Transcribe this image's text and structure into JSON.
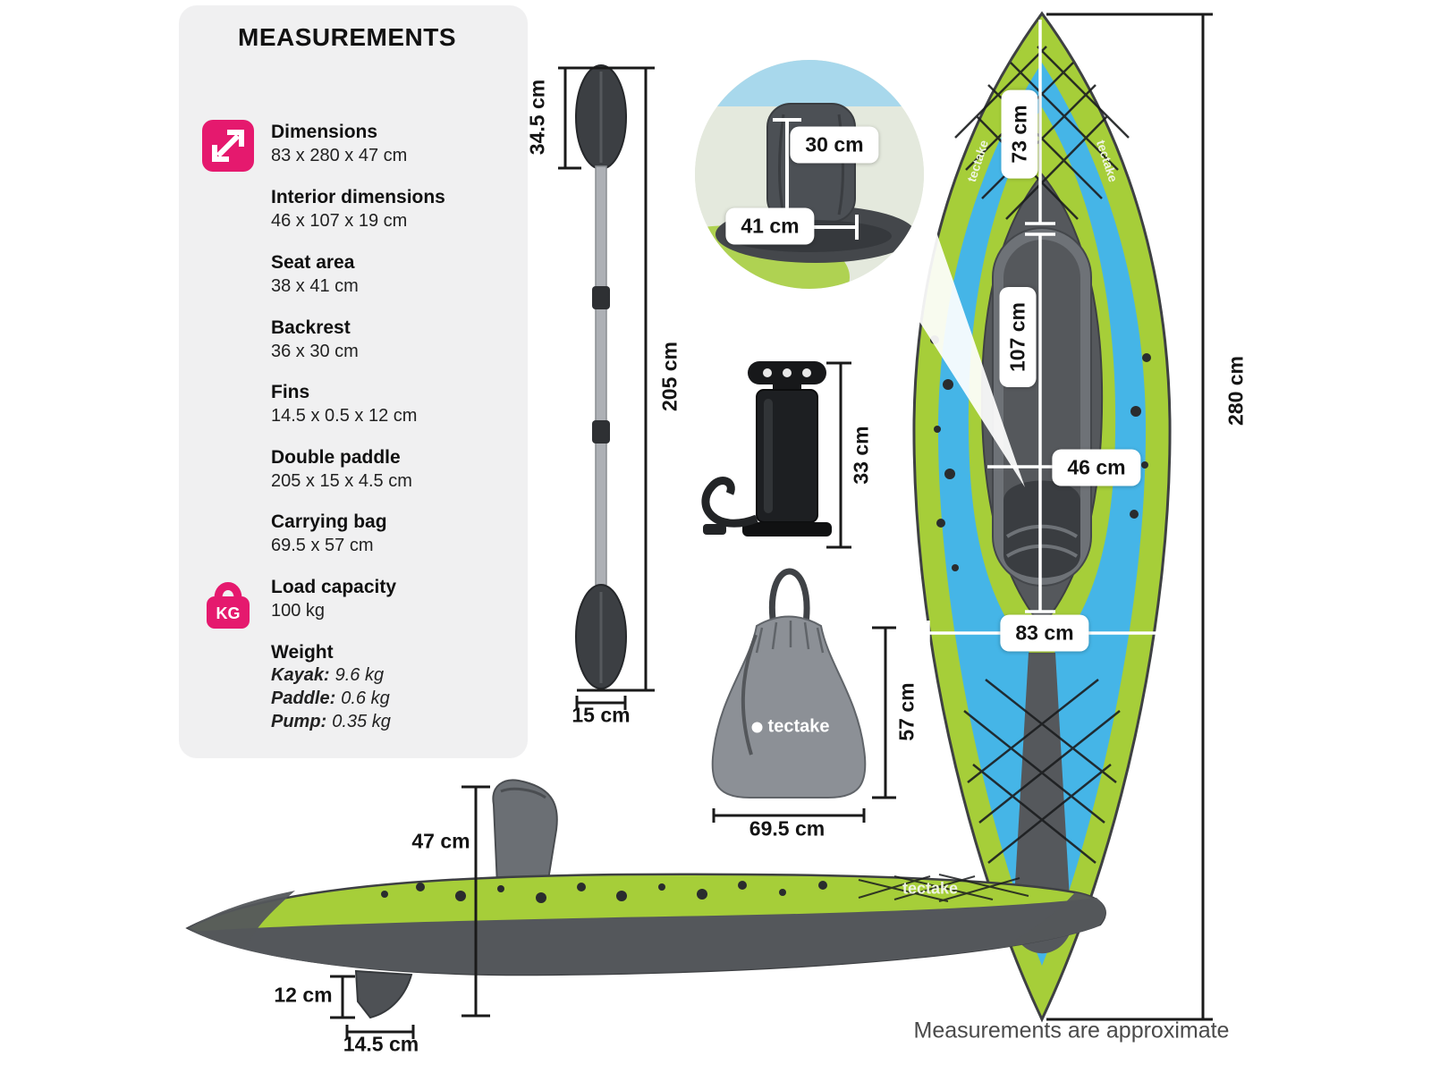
{
  "colors": {
    "accent_pink": "#E5196E",
    "kayak_green": "#A6CE39",
    "kayak_blue": "#45B5E7",
    "kayak_gray": "#55585C",
    "panel_gray": "#F0F0F1"
  },
  "panel": {
    "title": "MEASUREMENTS",
    "specs": [
      {
        "label": "Dimensions",
        "value": "83 x 280 x 47 cm",
        "icon": "dimensions-icon"
      },
      {
        "label": "Interior dimensions",
        "value": "46 x 107 x 19 cm"
      },
      {
        "label": "Seat area",
        "value": "38 x 41 cm"
      },
      {
        "label": "Backrest",
        "value": "36 x 30 cm"
      },
      {
        "label": "Fins",
        "value": "14.5 x 0.5 x 12 cm"
      },
      {
        "label": "Double paddle",
        "value": "205 x 15 x 4.5 cm"
      },
      {
        "label": "Carrying bag",
        "value": "69.5 x 57 cm"
      },
      {
        "label": "Load capacity",
        "value": "100 kg",
        "icon": "kg-icon",
        "icon_text": "KG"
      },
      {
        "label": "Weight",
        "lines": [
          {
            "name": "Kayak:",
            "value": "9.6 kg"
          },
          {
            "name": "Paddle:",
            "value": "0.6 kg"
          },
          {
            "name": "Pump:",
            "value": "0.35 kg"
          }
        ]
      }
    ]
  },
  "measurements": {
    "paddle_blade_length": "34.5 cm",
    "paddle_total_length": "205 cm",
    "paddle_blade_width": "15 cm",
    "backrest_height": "30 cm",
    "seat_width": "41 cm",
    "pump_height": "33 cm",
    "bag_height": "57 cm",
    "bag_width": "69.5 cm",
    "bow_to_cockpit": "73 cm",
    "cockpit_length": "107 cm",
    "cockpit_width": "46 cm",
    "kayak_width": "83 cm",
    "kayak_length": "280 cm",
    "kayak_height": "47 cm",
    "fin_height": "12 cm",
    "fin_length": "14.5 cm"
  },
  "brand": {
    "logo_text": "tectake"
  },
  "footer": {
    "note": "Measurements are approximate"
  }
}
